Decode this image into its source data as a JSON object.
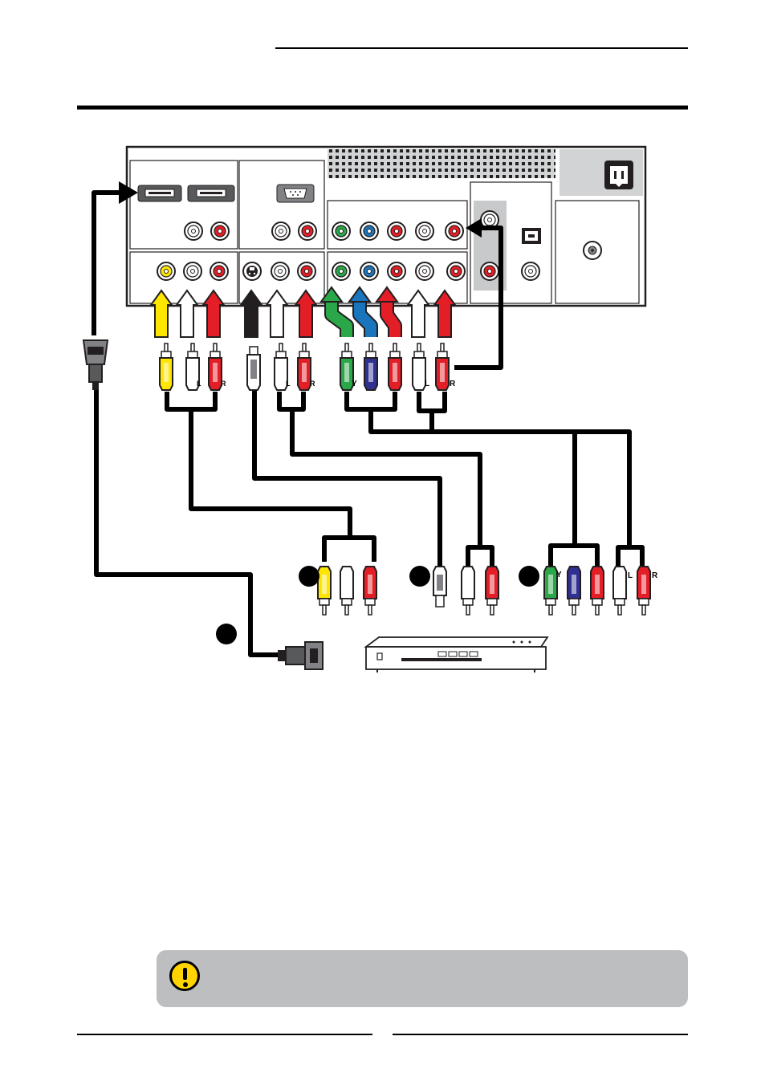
{
  "colors": {
    "video": "#ffe600",
    "audio_left": "#ffffff",
    "audio_right": "#e41e26",
    "component_y": "#2aa748",
    "component_pb": "#2f3192",
    "component_pr": "#e41e26",
    "cable": "#000000",
    "panel_grey": "#d1d3d4",
    "note_bg": "#bcbec0",
    "caution_icon": "#ffd400"
  },
  "labels": {
    "audio_left": "L",
    "audio_right": "R",
    "component_y": "Y"
  },
  "icons": {
    "caution": "caution-icon",
    "dvd_player": "dvd-player-icon",
    "power": "ac-power-socket-icon",
    "network": "ethernet-port-icon"
  }
}
